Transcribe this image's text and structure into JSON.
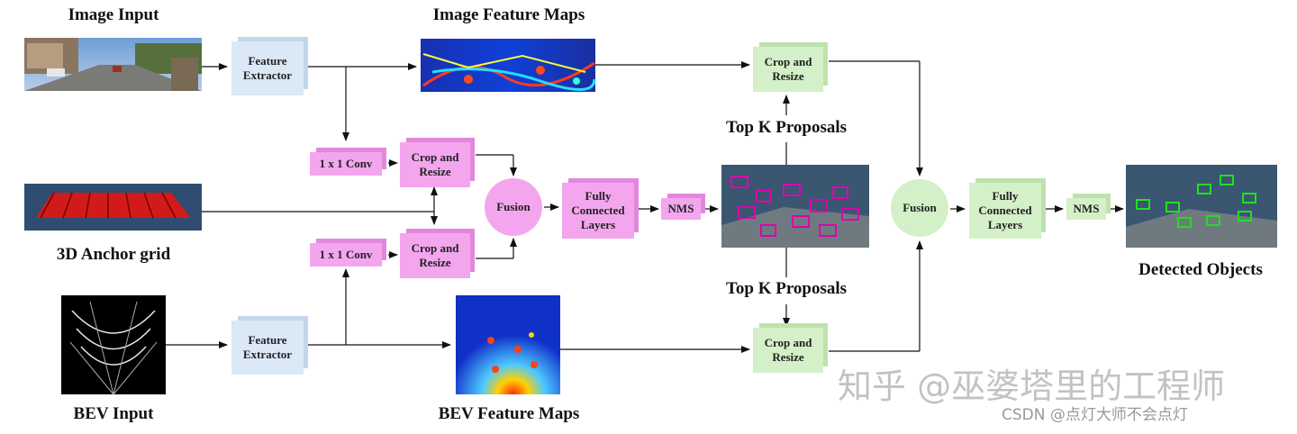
{
  "labels": {
    "image_input": "Image Input",
    "image_feature_maps": "Image Feature Maps",
    "anchor_grid": "3D Anchor grid",
    "bev_input": "BEV Input",
    "bev_feature_maps": "BEV Feature Maps",
    "top_k_upper": "Top K Proposals",
    "top_k_lower": "Top K Proposals",
    "detected_objects": "Detected Objects"
  },
  "boxes": {
    "fe_top": [
      "Feature",
      "Extractor"
    ],
    "fe_bot": [
      "Feature",
      "Extractor"
    ],
    "conv_top": "1 x 1 Conv",
    "conv_bot": "1 x 1 Conv",
    "crop_top": [
      "Crop and",
      "Resize"
    ],
    "crop_bot": [
      "Crop and",
      "Resize"
    ],
    "fusion1": "Fusion",
    "fc1": [
      "Fully",
      "Connected",
      "Layers"
    ],
    "nms1": "NMS",
    "crop_g_top": [
      "Crop and",
      "Resize"
    ],
    "crop_g_bot": [
      "Crop and",
      "Resize"
    ],
    "fusion2": "Fusion",
    "fc2": [
      "Fully",
      "Connected",
      "Layers"
    ],
    "nms2": "NMS"
  },
  "watermark": {
    "main": "知乎 @巫婆塔里的工程师",
    "csdn": "CSDN @点灯大师不会点灯"
  },
  "colors": {
    "pink": "#f3a6ee",
    "green": "#d4f0c8",
    "blue": "#dbe8f6",
    "arrow": "#111111"
  }
}
